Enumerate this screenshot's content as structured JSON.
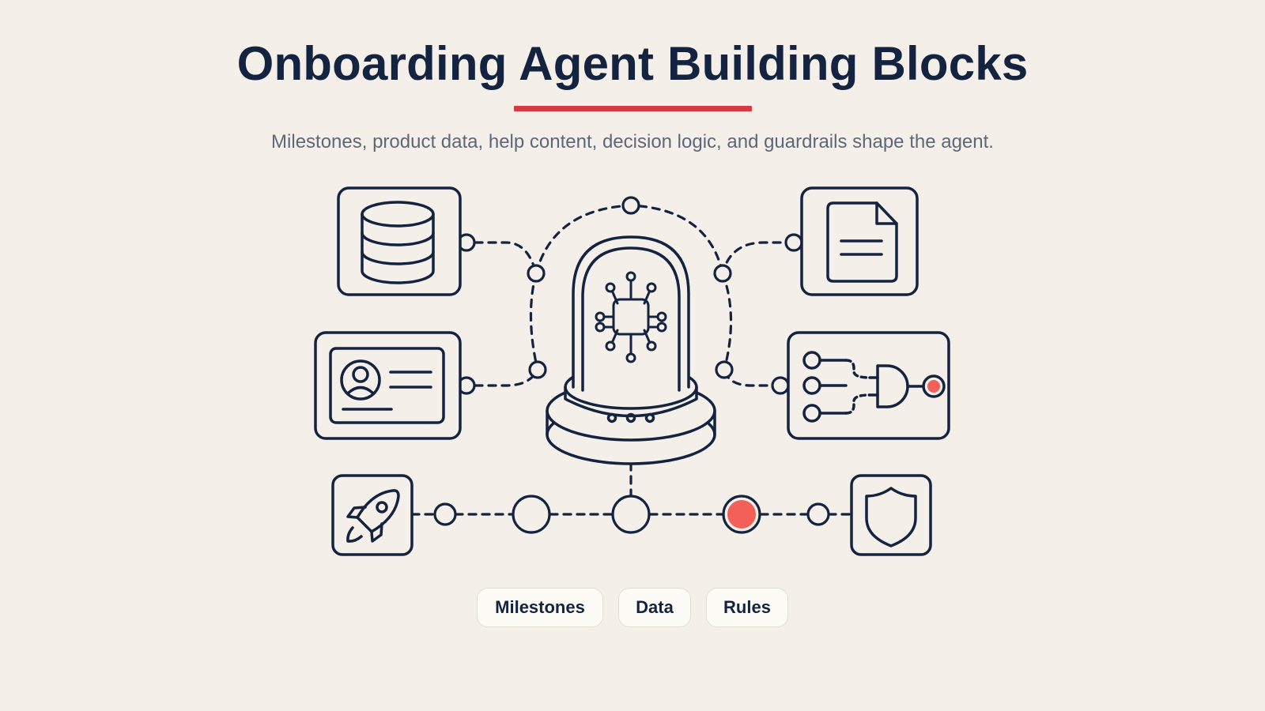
{
  "header": {
    "title": "Onboarding Agent Building Blocks",
    "subtitle": "Milestones, product data, help content, decision logic, and guardrails shape the agent."
  },
  "tags": [
    {
      "label": "Milestones"
    },
    {
      "label": "Data"
    },
    {
      "label": "Rules"
    }
  ],
  "colors": {
    "background": "#f4f0e9",
    "ink": "#14233f",
    "accent": "#d63a42",
    "active_node": "#f26059"
  },
  "icons": [
    "database-icon",
    "document-icon",
    "id-card-icon",
    "logic-gate-icon",
    "rocket-icon",
    "shield-icon",
    "ai-chip-icon"
  ]
}
